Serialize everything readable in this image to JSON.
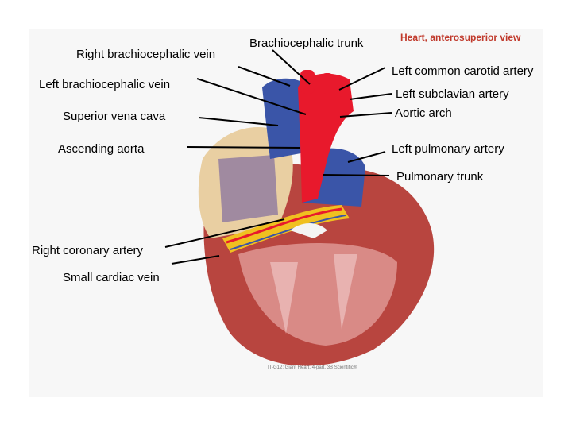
{
  "figure": {
    "title": "Heart, anterosuperior view",
    "caption": "IT-G12: Giant Heart, 4-part, 3B Scientific®"
  },
  "labels": {
    "right_brachiocephalic_vein": "Right brachiocephalic vein",
    "brachiocephalic_trunk": "Brachiocephalic trunk",
    "left_brachiocephalic_vein": "Left brachiocephalic vein",
    "superior_vena_cava": "Superior vena cava",
    "ascending_aorta": "Ascending aorta",
    "left_common_carotid_artery": "Left common carotid artery",
    "left_subclavian_artery": "Left subclavian artery",
    "aortic_arch": "Aortic arch",
    "left_pulmonary_artery": "Left pulmonary artery",
    "pulmonary_trunk": "Pulmonary trunk",
    "right_coronary_artery": "Right coronary artery",
    "small_cardiac_vein": "Small cardiac vein"
  },
  "colors": {
    "background": "#ffffff",
    "panel": "#f7f7f7",
    "artery_red": "#e8192c",
    "vein_blue": "#3a55a8",
    "myocardium": "#b8453f",
    "beige_cut": "#e9cfa2",
    "fat_yellow": "#f0c020",
    "title_red": "#c0392b",
    "leader_line": "#000000"
  }
}
